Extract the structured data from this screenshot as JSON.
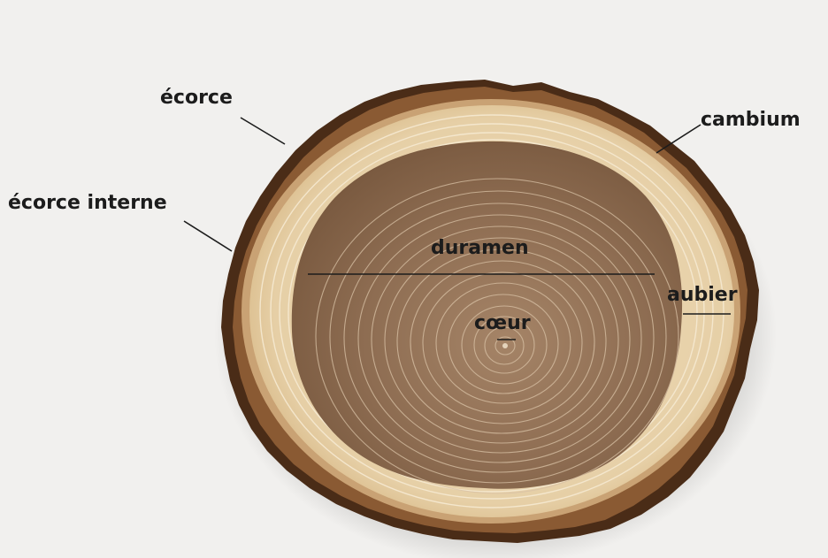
{
  "labels": {
    "ecorce": "écorce",
    "cambium": "cambium",
    "ecorce_interne": "écorce interne",
    "duramen": "duramen",
    "aubier": "aubier",
    "coeur": "cœur"
  },
  "colors": {
    "background": "#f1f0ee",
    "bark_dark": "#4a2c17",
    "bark_mid": "#8a5a33",
    "sapwood": "#e7d2ad",
    "heartwood": "#8e6d52",
    "text": "#1c1c1c"
  }
}
